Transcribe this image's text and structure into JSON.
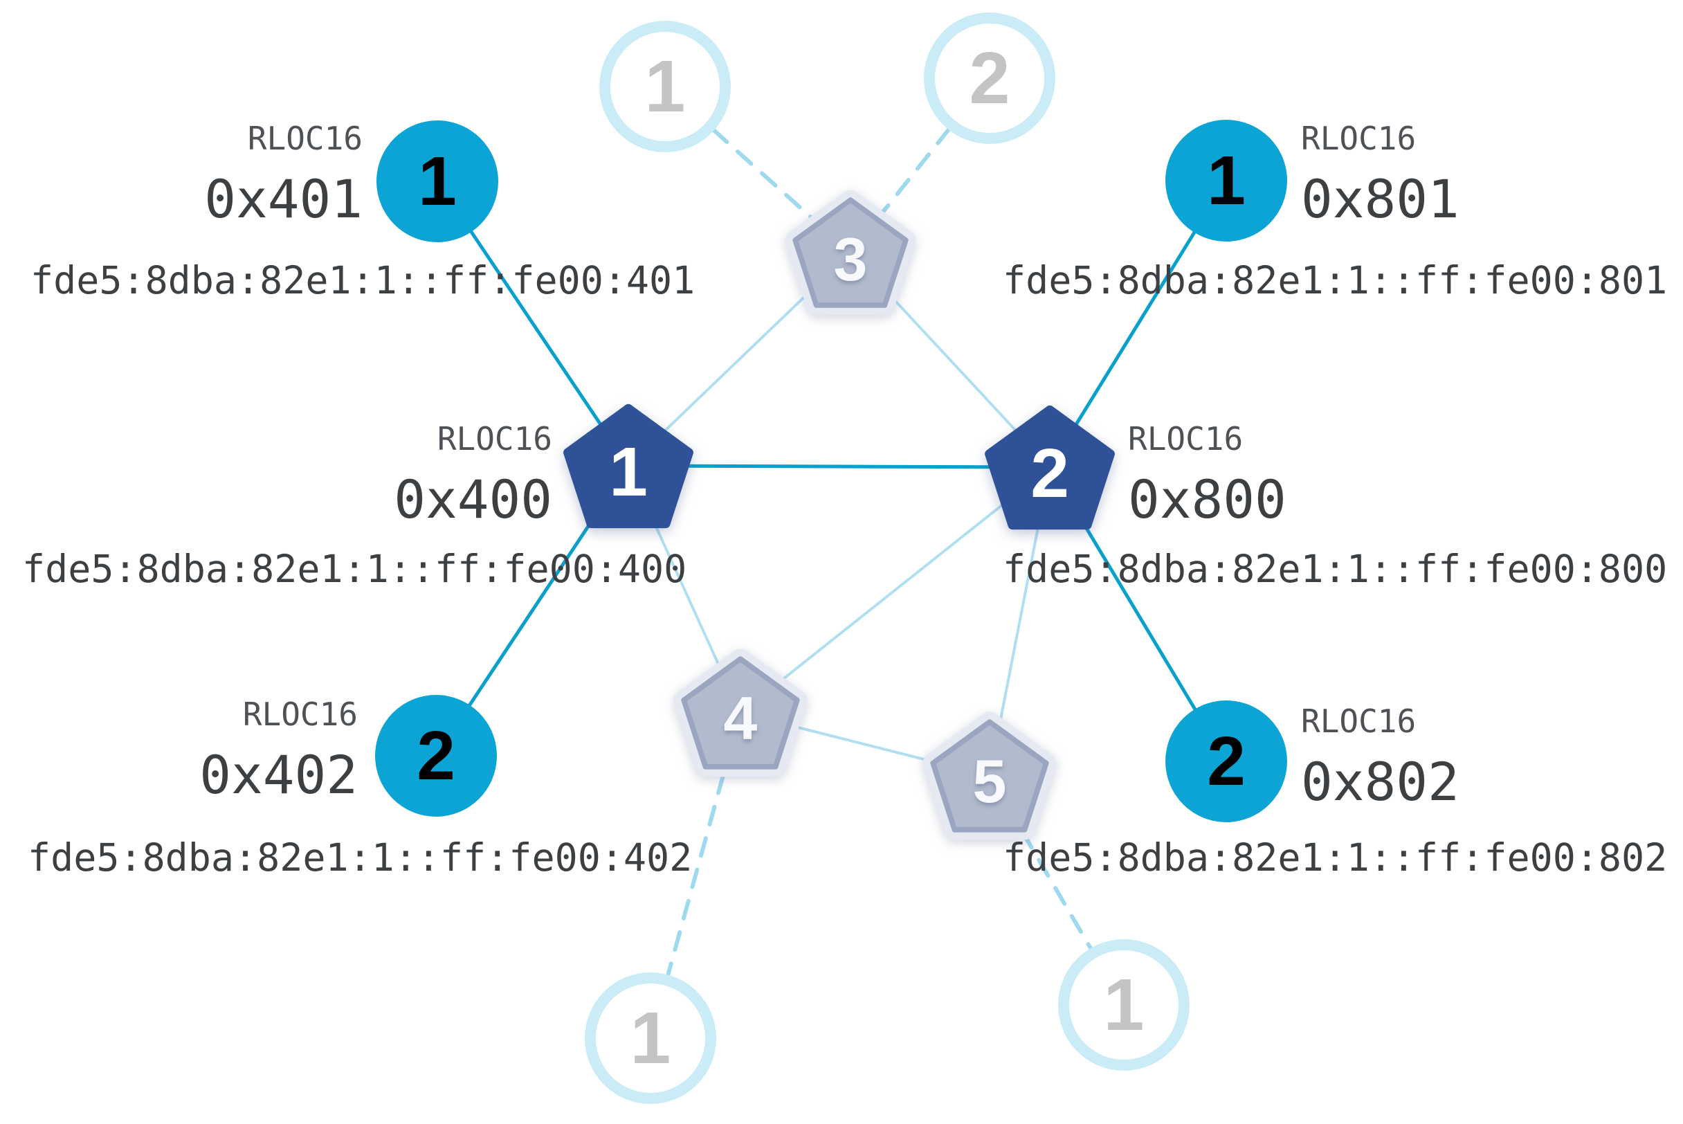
{
  "labels": {
    "rloc16": "RLOC16"
  },
  "colors": {
    "active_router_fill": "#2e5198",
    "active_child_fill": "#0ba4d4",
    "active_link": "#0aa0cd",
    "router_link": "#b0dff1",
    "faded_link": "#9fd9ee",
    "faded_router_fill": "#b2bacd",
    "faded_router_border": "#9aa5c0",
    "faded_child_ring": "#c9ecf7",
    "text_dark": "#3d4043",
    "text_label": "#4e5256"
  },
  "nodes": {
    "router1": {
      "num": "1",
      "rloc16": "0x400",
      "ipv6": "fde5:8dba:82e1:1::ff:fe00:400"
    },
    "router2": {
      "num": "2",
      "rloc16": "0x800",
      "ipv6": "fde5:8dba:82e1:1::ff:fe00:800"
    },
    "router3": {
      "num": "3"
    },
    "router4": {
      "num": "4"
    },
    "router5": {
      "num": "5"
    },
    "child1_router1": {
      "num": "1",
      "rloc16": "0x401",
      "ipv6": "fde5:8dba:82e1:1::ff:fe00:401"
    },
    "child2_router1": {
      "num": "2",
      "rloc16": "0x402",
      "ipv6": "fde5:8dba:82e1:1::ff:fe00:402"
    },
    "child1_router2": {
      "num": "1",
      "rloc16": "0x801",
      "ipv6": "fde5:8dba:82e1:1::ff:fe00:801"
    },
    "child2_router2": {
      "num": "2",
      "rloc16": "0x802",
      "ipv6": "fde5:8dba:82e1:1::ff:fe00:802"
    },
    "faded_child_top1": {
      "num": "1"
    },
    "faded_child_top2": {
      "num": "2"
    },
    "faded_child_bottom1": {
      "num": "1"
    },
    "faded_child_bottom2": {
      "num": "1"
    }
  }
}
